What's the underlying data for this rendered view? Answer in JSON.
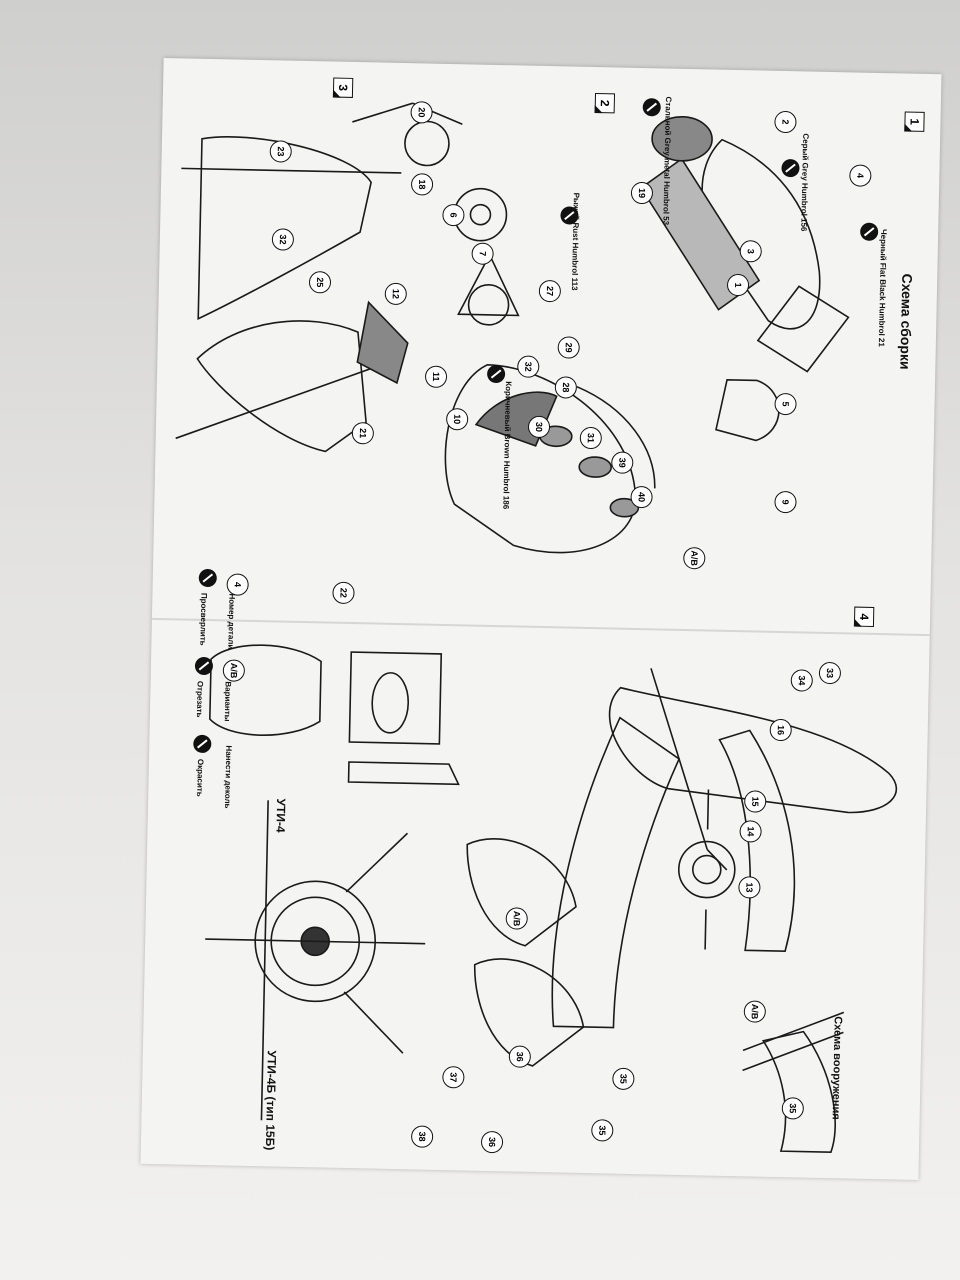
{
  "sheet": {
    "title": "Схема сборки",
    "steps": [
      "1",
      "2",
      "3",
      "4"
    ],
    "paints": [
      {
        "name": "Серый\nGrey\nHumbrol 156",
        "short": "Серый Grey Humbrol 156"
      },
      {
        "name": "Черный\nFlat Black\nHumbrol 21",
        "short": "Черный Flat Black Humbrol 21"
      },
      {
        "name": "Стальной\nGrey metal\nHumbrol 53",
        "short": "Стальной Grey metal Humbrol 53"
      },
      {
        "name": "Рыжий\nRust\nHumbrol 113",
        "short": "Рыжий Rust Humbrol 113"
      },
      {
        "name": "Коричневый\nBrown\nHumbrol 186",
        "short": "Коричневый Brown Humbrol 186"
      }
    ],
    "legend": {
      "part_number": "Номер детали",
      "drill": "Просверлить",
      "variants": "Варианты",
      "cut": "Отрезать",
      "decal": "Нанести деколь",
      "paint": "Окрасить"
    },
    "armament_title": "Схема вооружения",
    "variant_a": "УТИ-4",
    "variant_b": "УТИ-4Б (тип 15Б)",
    "variant_marker": "A/B"
  }
}
